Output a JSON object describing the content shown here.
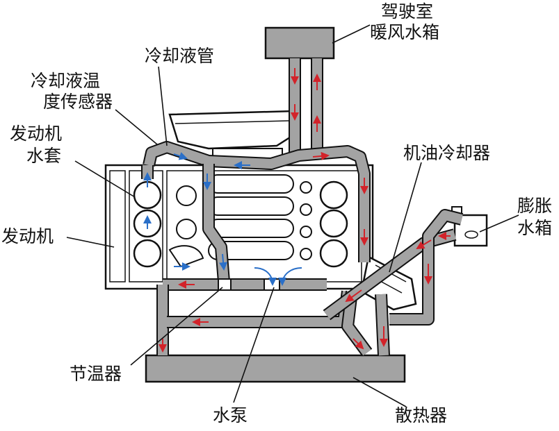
{
  "colors": {
    "coolant_pipe": "#a3a3a3",
    "engine_body": "#ffffff",
    "outline": "#111111",
    "hot_flow_arrow": "#d2232a",
    "cold_flow_arrow": "#2a6fc8"
  },
  "labels": {
    "cab_heater_core_line1": "驾驶室",
    "cab_heater_core_line2": "暖风水箱",
    "coolant_pipe": "冷却液管",
    "coolant_temp_sensor_line1": "冷却液温",
    "coolant_temp_sensor_line2": "度传感器",
    "engine_water_jacket_line1": "发动机",
    "engine_water_jacket_line2": "水套",
    "engine": "发动机",
    "oil_cooler": "机油冷却器",
    "expansion_tank_line1": "膨胀",
    "expansion_tank_line2": "水箱",
    "thermostat": "节温器",
    "water_pump": "水泵",
    "radiator": "散热器"
  }
}
